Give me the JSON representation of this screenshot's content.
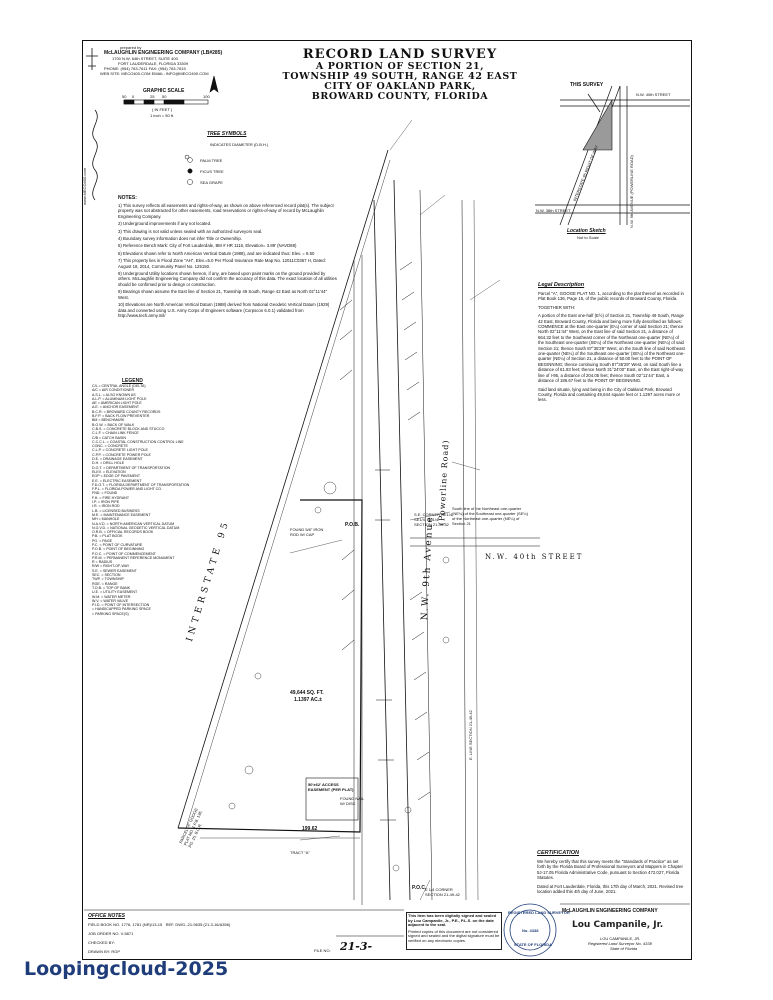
{
  "firm_header": {
    "prepared_by": "prepared by",
    "firm": "McLAUGHLIN ENGINEERING COMPANY (LB#285)",
    "address1": "1700 N.W. 64th STREET, SUITE 400",
    "address2": "FORT LAUDERDALE, FLORIDA 33309",
    "phone": "PHONE: (954) 763-7611 FAX: (954) 763-7615",
    "web": "WEB SITE: MECO400.COM EMAIL: INFO@MECO400.COM",
    "side_url": "www.MECO400.com"
  },
  "graphic_scale": {
    "label": "GRAPHIC SCALE",
    "ticks": [
      "50",
      "0",
      "25",
      "50",
      "100"
    ],
    "unit": "( IN FEET )",
    "ratio": "1 inch = 50 ft."
  },
  "title_block": {
    "line1": "RECORD LAND SURVEY",
    "line2": "A PORTION OF SECTION 21,",
    "line3": "TOWNSHIP 49 SOUTH, RANGE 42 EAST",
    "line4": "CITY OF OAKLAND PARK,",
    "line5": "BROWARD COUNTY, FLORIDA"
  },
  "tree_symbols": {
    "heading": "TREE SYMBOLS",
    "indicator": "INDICATES DIAMETER (D.B.H.)",
    "items": [
      "PALM TREE",
      "FICUS TREE",
      "SEA GRAPE"
    ]
  },
  "notes": {
    "heading": "NOTES:",
    "items": [
      "1) This survey reflects all easements and rights-of-way, as shown on above referenced record plat(s). The subject property was not abstracted for other easements, road reservations or rights-of-way of record by McLaughlin Engineering Company.",
      "2) Underground improvements if any not located.",
      "3) This drawing is not valid unless sealed with an authorized surveyors seal.",
      "4) Boundary survey information does not infer Title or Ownership.",
      "5) Reference Bench Mark: City of Fort Lauderdale, BM # HR 1116, Elevation= 3.89' (NAVD88)",
      "6) Elevations shown refer to North American Vertical Datum (1988), and are indicated thus: Elev. = 8.50",
      "7) This property lies in Flood Zone \"AH\", Elev.=5.0 Per Flood Insurance Rate Map No. 12011C0367 H, Dated: August 18, 2014, Community Panel No. 125150.",
      "8) Underground Utility locations shown hereon, if any, are based upon paint marks on the ground provided by others. McLaughlin Engineering Company did not confirm the accuracy of this data. The exact location of all utilities should be confirmed prior to design or construction.",
      "9) Bearings shown assume the East line of Section 21, Township 49 South, Range 42 East as North 02°11'44\" West.",
      "10) Elevations are North American Vertical Datum (1988) derived from National Geodetic Vertical Datum (1929) data and converted using U.S. Army Corps of Engineers software (Corpscon 6.0.1) validated from http://www.tech.army.mil/"
    ]
  },
  "location_sketch": {
    "this_survey": "THIS SURVEY",
    "interstate": "INTERSTATE 95 RIGHT OF WAY",
    "street_40": "N.W. 40th STREET",
    "street_38": "N.W. 38th STREET",
    "avenue": "N.W. 9th AVENUE (POWERLINE ROAD)",
    "caption": "Location Sketch",
    "scale": "Not to Scale"
  },
  "legal_description": {
    "heading": "Legal Description",
    "para1": "Parcel \"A\", GOOGE PLAT NO. 1, according to the plat thereof as recorded in Plat Book 136, Page 15, of the public records of Broward County, Florida.",
    "together": "TOGETHER WITH:",
    "para2": "A portion of the East one-half (E½) of Section 21, Township 49 South, Range 42 East, Broward County, Florida and being more fully described as follows: COMMENCE at the East one-quarter (E¼) corner of said Section 21; thence North 02°11'44\" West, on the East line of said Section 21, a distance of 664.32 feet to the Southeast corner of the Northeast one-quarter (NE¼) of the Southeast one-quarter (SE¼) of the Northeast one-quarter (NE¼) of said Section 21; thence South 87°35'29\" West, on the South line of said Northeast one-quarter (NE¼) of the Southeast one-quarter (SE¼) of the Northeast one-quarter (NE¼) of Section 21, a distance of 50.00 feet to the POINT OF BEGINNING; thence continuing South 87°35'29\" West, on said South line a distance of 61.83 feet; thence North 31°24'00\" East, on the East right-of-way line of I-95, a distance of 204.05 feet; thence South 02°11'44\" East, a distance of 186.67 feet to the POINT OF BEGINNING.",
    "para3": "Said land situate, lying and being in the City of Oakland Park, Broward County, Florida and containing 49,644 square feet or 1.1397 acres more or less."
  },
  "legend": {
    "heading": "LEGEND",
    "items": [
      "C/L = CENTRAL ANGLE (DELTA)",
      "A/C = AIR CONDITIONER",
      "A.S.L. = ALSO KNOWN AS",
      "A.L.P. = ALUMINUM LIGHT POLE",
      "AE = AMERICAN LIGHT POLE",
      "A.E. = ANCHOR EASEMENT",
      "B.C.R. = BROWARD COUNTY RECORDS",
      "B.F.P. = BACK FLOW PREVENTER",
      "BM = BENCHMARK",
      "B.O.W. = BACK OF WALK",
      "C.B.S. = CONCRETE BLOCK AND STUCCO",
      "C.L.F. = CHAIN LINK FENCE",
      "C/B = CATCH BASIN",
      "C.C.C.L. = COASTAL CONSTRUCTION CONTROL LINE",
      "CONC. = CONCRETE",
      "C.L.P. = CONCRETE LIGHT POLE",
      "C.P.P. = CONCRETE POWER POLE",
      "D.E. = DRAINAGE EASEMENT",
      "D.H. = DRILL HOLE",
      "D.O.T. = DEPARTMENT OF TRANSPORTATION",
      "ELEV. = ELEVATION",
      "EOP = EDGE OF PAVEMENT",
      "E.E. = ELECTRIC EASEMENT",
      "F.D.O.T. = FLORIDA DEPARTMENT OF TRANSPORTATION",
      "F.P.L. = FLORIDA POWER AND LIGHT CO.",
      "FND. = FOUND",
      "F.H. = FIRE HYDRANT",
      "I.P. = IRON PIPE",
      "I.R. = IRON ROD",
      "L.B. = LICENSED BUSINESS",
      "M.E. = MAINTENANCE EASEMENT",
      "MH = MANHOLE",
      "N.A.V.D. = NORTH AMERICAN VERTICAL DATUM",
      "N.G.V.D. = NATIONAL GEODETIC VERTICAL DATUM",
      "O.R.B. = OFFICIAL RECORDS BOOK",
      "P.B. = PLAT BOOK",
      "PG. = PAGE",
      "P.C. = POINT OF CURVATURE",
      "P.O.B. = POINT OF BEGINNING",
      "P.O.C. = POINT OF COMMENCEMENT",
      "P.R.M. = PERMANENT REFERENCE MONUMENT",
      "R = RADIUS",
      "R/W = RIGHT-OF-WAY",
      "S.E. = SEWER EASEMENT",
      "SEC. = SECTION",
      "TWP. = TOWNSHIP",
      "RGE. = RANGE",
      "T.O.B. = TOP OF BANK",
      "U.E. = UTILITY EASEMENT",
      "W.M. = WATER METER",
      "W.V. = WATER VALVE",
      "P.I.D. = POINT OF INTERSECTION",
      "= HANDICAPPED PARKING SPACE",
      "= PARKING SPACE(S)"
    ]
  },
  "drawing_labels": {
    "interstate": "INTERSTATE 95",
    "powerline": "(Powerline Road)",
    "avenue": "N.W. 9th Avenue",
    "street_40": "N.W. 40th STREET",
    "pob": "P.O.B.",
    "poc": "P.O.C.",
    "area": "49,644 SQ. FT.",
    "acres": "1.1397 AC.±",
    "easement": "50'x62' ACCESS EASEMENT (PER PLAT)",
    "parcel_a": "PARCEL \"A\" GOOGE PLAT NO. 1 P.B. 136, PG. 15, B.C.R.",
    "tract": "TRACT \"A\"",
    "dim_199": "199.62",
    "found_rod": "FOUND 5/8\" IRON ROD W/ CAP",
    "found_nail": "FOUND NAIL W/ DISC",
    "se_corner": "S.E. CORNER NE1/4, SE1/4, NE1/4 SECTION 21-49-42",
    "south_line": "South line of the Northeast one-quarter (NE¼) of the Southeast one-quarter (SE¼) of the Northeast one-quarter (NE¼) of Section 21",
    "east_line": "E. LINE SECTION 21-49-42",
    "e_corner": "E 1/4 CORNER SECTION 21-49-42"
  },
  "certification": {
    "heading": "CERTIFICATION",
    "text": "We hereby certify that this survey meets the \"Standards of Practice\" as set forth by the Florida Board of Professional Surveyors and Mappers in Chapter 5J-17.05 Florida Administrative Code, pursuant to Section 472.027, Florida Statutes.",
    "dated": "Dated at Fort Lauderdale, Florida, this 17th day of March, 2021. Revised tree location added this 4th day of June, 2021."
  },
  "office_notes": {
    "heading": "OFFICE NOTES",
    "field_book": "FIELD BOOK NO. 1776, 1781 (NR)/13-15",
    "ref": "REF. DWG.-21-9635 (21-3-16/A356)",
    "job_order": "JOB ORDER NO. V-5871",
    "checked": "CHECKED BY:",
    "drawn": "DRAWN BY: RGP"
  },
  "electronic_notice": {
    "line1": "This item has been digitally signed and sealed by Lou Campanile, Jr., P.E., P.L.S. on the date adjacent to the seal.",
    "line2": "Printed copies of this document are not considered signed and sealed and the digital signature must be verified on any electronic copies."
  },
  "seal": {
    "top": "REGISTERED LAND SURVEYOR",
    "middle": "No. 4338",
    "bottom": "STATE OF FLORIDA"
  },
  "signature_block": {
    "firm": "McLAUGHLIN ENGINEERING COMPANY",
    "signature": "Lou Campanile, Jr.",
    "name": "LOU CAMPANILE, JR.",
    "title": "Registered Land Surveyor No. 4338",
    "state": "State of Florida"
  },
  "sheet_number": "21-3-",
  "file_no": "FILE NO.",
  "brand_watermark": "Loopingcloud-2025"
}
